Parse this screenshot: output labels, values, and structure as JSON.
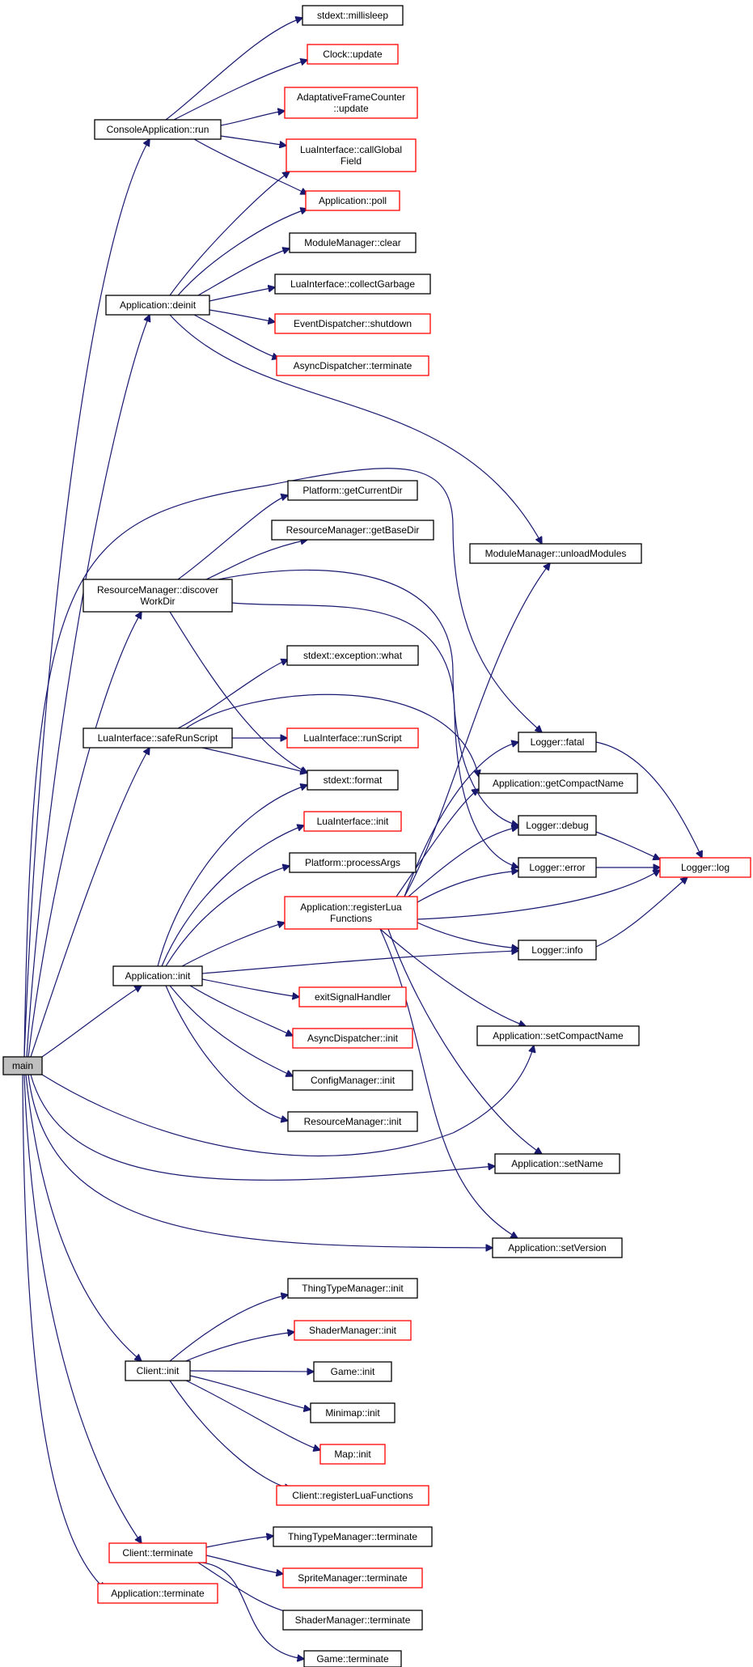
{
  "graph": {
    "colors": {
      "edge": "#191970",
      "normal_border": "#000000",
      "highlight_border": "#ff0000",
      "root_fill": "#bfbfbf"
    },
    "nodes": [
      {
        "id": "main",
        "lines": [
          "main"
        ],
        "style": "root"
      },
      {
        "id": "consoleapp_run",
        "lines": [
          "ConsoleApplication::run"
        ],
        "style": "normal"
      },
      {
        "id": "millisleep",
        "lines": [
          "stdext::millisleep"
        ],
        "style": "normal"
      },
      {
        "id": "clock_update",
        "lines": [
          "Clock::update"
        ],
        "style": "red"
      },
      {
        "id": "afc_update",
        "lines": [
          "AdaptativeFrameCounter",
          "::update"
        ],
        "style": "red"
      },
      {
        "id": "callglobal",
        "lines": [
          "LuaInterface::callGlobal",
          "Field"
        ],
        "style": "red"
      },
      {
        "id": "app_poll",
        "lines": [
          "Application::poll"
        ],
        "style": "red"
      },
      {
        "id": "modmgr_clear",
        "lines": [
          "ModuleManager::clear"
        ],
        "style": "normal"
      },
      {
        "id": "collectgarbage",
        "lines": [
          "LuaInterface::collectGarbage"
        ],
        "style": "normal"
      },
      {
        "id": "app_deinit",
        "lines": [
          "Application::deinit"
        ],
        "style": "normal"
      },
      {
        "id": "evdisp_shutdown",
        "lines": [
          "EventDispatcher::shutdown"
        ],
        "style": "red"
      },
      {
        "id": "async_terminate",
        "lines": [
          "AsyncDispatcher::terminate"
        ],
        "style": "red"
      },
      {
        "id": "getcurrentdir",
        "lines": [
          "Platform::getCurrentDir"
        ],
        "style": "normal"
      },
      {
        "id": "getbasedir",
        "lines": [
          "ResourceManager::getBaseDir"
        ],
        "style": "normal"
      },
      {
        "id": "unloadmodules",
        "lines": [
          "ModuleManager::unloadModules"
        ],
        "style": "normal"
      },
      {
        "id": "discoverworkdir",
        "lines": [
          "ResourceManager::discover",
          "WorkDir"
        ],
        "style": "normal"
      },
      {
        "id": "exception_what",
        "lines": [
          "stdext::exception::what"
        ],
        "style": "normal"
      },
      {
        "id": "saferunscript",
        "lines": [
          "LuaInterface::safeRunScript"
        ],
        "style": "normal"
      },
      {
        "id": "runscript",
        "lines": [
          "LuaInterface::runScript"
        ],
        "style": "red"
      },
      {
        "id": "logger_fatal",
        "lines": [
          "Logger::fatal"
        ],
        "style": "normal"
      },
      {
        "id": "stdext_format",
        "lines": [
          "stdext::format"
        ],
        "style": "normal"
      },
      {
        "id": "getcompactname",
        "lines": [
          "Application::getCompactName"
        ],
        "style": "normal"
      },
      {
        "id": "luainterface_init",
        "lines": [
          "LuaInterface::init"
        ],
        "style": "red"
      },
      {
        "id": "logger_debug",
        "lines": [
          "Logger::debug"
        ],
        "style": "normal"
      },
      {
        "id": "processargs",
        "lines": [
          "Platform::processArgs"
        ],
        "style": "normal"
      },
      {
        "id": "logger_log",
        "lines": [
          "Logger::log"
        ],
        "style": "red"
      },
      {
        "id": "logger_error",
        "lines": [
          "Logger::error"
        ],
        "style": "normal"
      },
      {
        "id": "registerlua",
        "lines": [
          "Application::registerLua",
          "Functions"
        ],
        "style": "red"
      },
      {
        "id": "logger_info",
        "lines": [
          "Logger::info"
        ],
        "style": "normal"
      },
      {
        "id": "app_init",
        "lines": [
          "Application::init"
        ],
        "style": "normal"
      },
      {
        "id": "exitsignal",
        "lines": [
          "exitSignalHandler"
        ],
        "style": "red"
      },
      {
        "id": "async_init",
        "lines": [
          "AsyncDispatcher::init"
        ],
        "style": "red"
      },
      {
        "id": "setcompactname",
        "lines": [
          "Application::setCompactName"
        ],
        "style": "normal"
      },
      {
        "id": "configmgr_init",
        "lines": [
          "ConfigManager::init"
        ],
        "style": "normal"
      },
      {
        "id": "resmgr_init",
        "lines": [
          "ResourceManager::init"
        ],
        "style": "normal"
      },
      {
        "id": "setname",
        "lines": [
          "Application::setName"
        ],
        "style": "normal"
      },
      {
        "id": "setversion",
        "lines": [
          "Application::setVersion"
        ],
        "style": "normal"
      },
      {
        "id": "thingtype_init",
        "lines": [
          "ThingTypeManager::init"
        ],
        "style": "normal"
      },
      {
        "id": "shadermgr_init",
        "lines": [
          "ShaderManager::init"
        ],
        "style": "red"
      },
      {
        "id": "client_init",
        "lines": [
          "Client::init"
        ],
        "style": "normal"
      },
      {
        "id": "game_init",
        "lines": [
          "Game::init"
        ],
        "style": "normal"
      },
      {
        "id": "minimap_init",
        "lines": [
          "Minimap::init"
        ],
        "style": "normal"
      },
      {
        "id": "map_init",
        "lines": [
          "Map::init"
        ],
        "style": "red"
      },
      {
        "id": "client_registerlua",
        "lines": [
          "Client::registerLuaFunctions"
        ],
        "style": "red"
      },
      {
        "id": "thingtype_terminate",
        "lines": [
          "ThingTypeManager::terminate"
        ],
        "style": "normal"
      },
      {
        "id": "client_terminate",
        "lines": [
          "Client::terminate"
        ],
        "style": "red"
      },
      {
        "id": "sprite_terminate",
        "lines": [
          "SpriteManager::terminate"
        ],
        "style": "red"
      },
      {
        "id": "app_terminate",
        "lines": [
          "Application::terminate"
        ],
        "style": "red"
      },
      {
        "id": "shader_terminate",
        "lines": [
          "ShaderManager::terminate"
        ],
        "style": "normal"
      },
      {
        "id": "game_terminate",
        "lines": [
          "Game::terminate"
        ],
        "style": "normal"
      }
    ]
  }
}
